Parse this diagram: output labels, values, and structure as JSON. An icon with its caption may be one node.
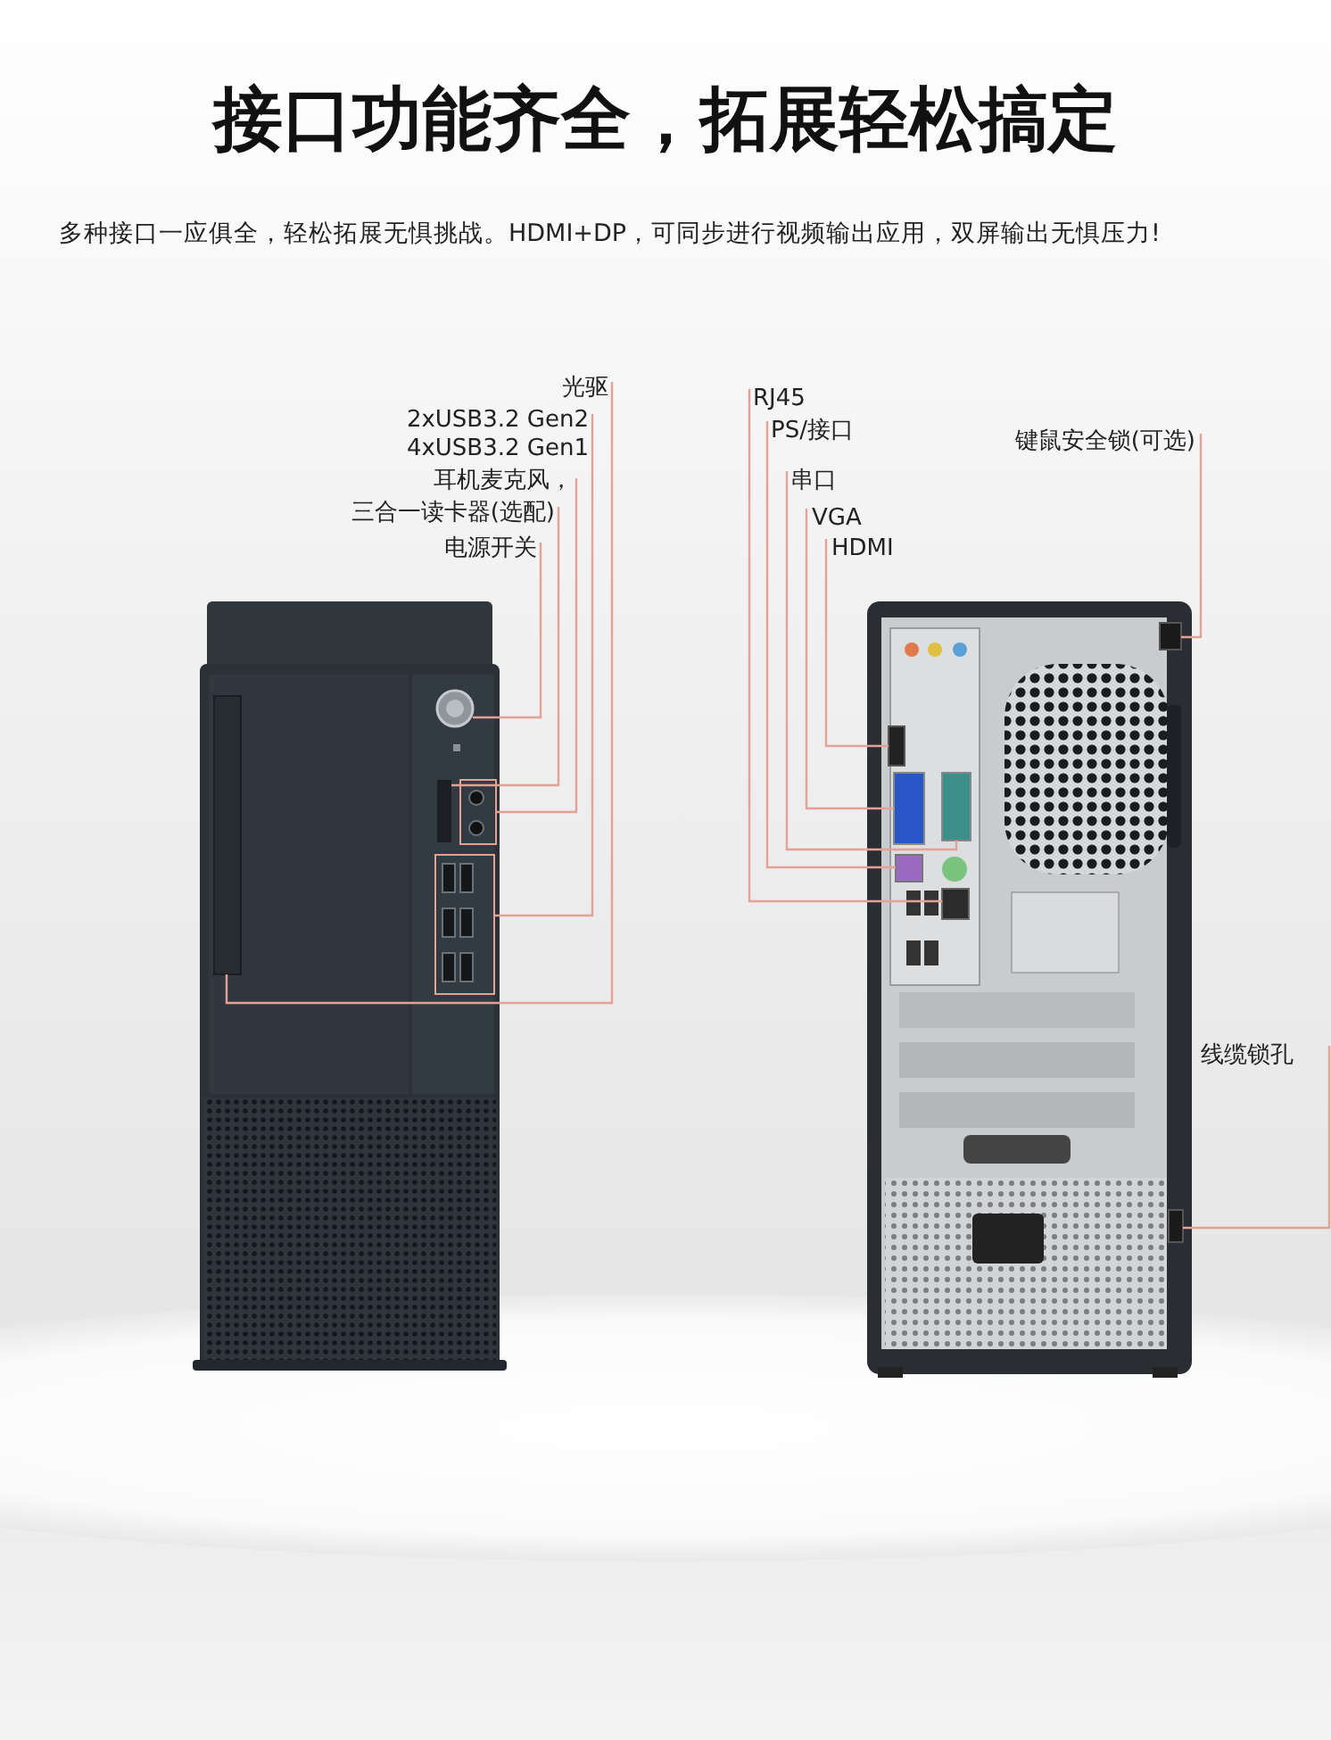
{
  "diagram": {
    "title": "接口功能齐全，拓展轻松搞定",
    "nodes": [
      {
        "text": [
          "光驱"
        ]
      },
      {
        "text": [
          "2xUSB3.2 Gen2"
        ]
      },
      {
        "text": [
          "耳机麦克风，"
        ]
      },
      {
        "text": [
          "三合一读卡器(选配)"
        ]
      },
      {
        "text": [
          "电源开关"
        ]
      },
      {
        "text": [
          "RJ45"
        ]
      },
      {
        "text": [
          "PS/接口"
        ]
      },
      {
        "text": [
          "串口"
        ]
      },
      {
        "text": [
          "VGA"
        ]
      },
      {
        "text": [
          "HDMI"
        ]
      },
      {
        "text": [
          "键鼠安全锁(可选)"
        ]
      },
      {
        "text": [
          "线缆锁孔"
        ]
      },
      {
        "text": [],
        "shape": "box"
      },
      {
        "text": [],
        "shape": "box"
      },
      {
        "text": [],
        "shape": "box"
      },
      {
        "text": [],
        "shape": "box"
      },
      {
        "text": [],
        "shape": "circle"
      },
      {
        "text": [],
        "shape": "box"
      },
      {
        "text": [],
        "shape": "box"
      },
      {
        "text": [],
        "shape": "box"
      },
      {
        "text": [],
        "shape": "box"
      },
      {
        "text": [],
        "shape": "box"
      },
      {
        "text": [],
        "shape": "box"
      },
      {
        "text": [],
        "shape": "box"
      }
    ],
    "edges": [
      {
        "from": 0,
        "to": 12,
        "arrow": "none"
      },
      {
        "from": 1,
        "to": 13,
        "arrow": "none"
      },
      {
        "from": 2,
        "to": 14,
        "arrow": "none"
      },
      {
        "from": 3,
        "to": 15,
        "arrow": "none"
      },
      {
        "from": 4,
        "to": 16,
        "arrow": "none"
      },
      {
        "from": 5,
        "to": 21,
        "arrow": "none"
      },
      {
        "from": 6,
        "to": 20,
        "arrow": "none"
      },
      {
        "from": 7,
        "to": 19,
        "arrow": "none"
      },
      {
        "from": 8,
        "to": 18,
        "arrow": "none"
      },
      {
        "from": 9,
        "to": 17,
        "arrow": "none"
      },
      {
        "from": 10,
        "to": 22,
        "arrow": "none"
      },
      {
        "from": 11,
        "to": 23,
        "arrow": "none"
      }
    ],
    "labels": [
      "多种接口一应俱全，轻松拓展无惧挑战。HDMI+DP，可同步进行视频输出应用，双屏输出无惧压力!",
      "4xUSB3.2 Gen1"
    ]
  }
}
